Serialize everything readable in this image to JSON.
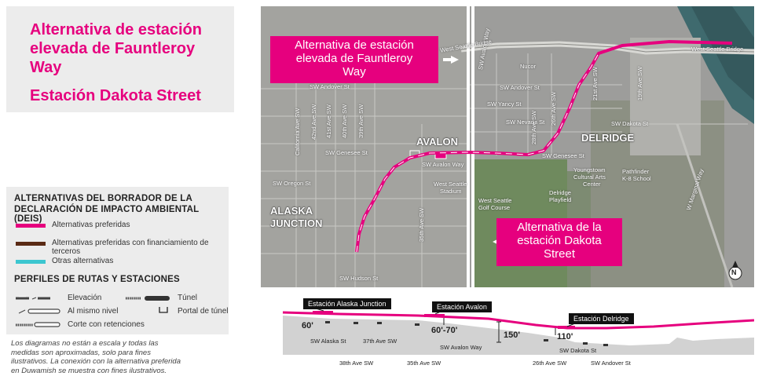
{
  "title": {
    "line1": "Alternativa de estación",
    "line2": "elevada de Fauntleroy",
    "line3": "Way",
    "line4": "Estación Dakota Street"
  },
  "legend": {
    "heading1": "ALTERNATIVAS DEL BORRADOR DE LA",
    "heading2": "DECLARACIÓN DE IMPACTO AMBIENTAL (DEIS)",
    "items": [
      {
        "label": "Alternativas preferidas",
        "color": "#e6007e"
      },
      {
        "label": "Alternativas preferidas con financiamiento de terceros",
        "color": "#5a2a14"
      },
      {
        "label": "Otras alternativas",
        "color": "#3cc6d0"
      }
    ],
    "profiles_heading": "PERFILES DE RUTAS Y ESTACIONES",
    "profiles": {
      "elevacion": "Elevación",
      "al_nivel": "Al mismo nivel",
      "corte": "Corte con retenciones",
      "tunel": "Túnel",
      "portal": "Portal de túnel"
    }
  },
  "note": {
    "line1": "Los diagramas no están a escala y todas las",
    "line2": "medidas son aproximadas, solo para fines",
    "line3": "ilustrativos. La conexión con la alternativa preferida",
    "line4": "en Duwamish se muestra con fines ilustrativos."
  },
  "map": {
    "callout_fauntleroy": {
      "l1": "Alternativa de estación",
      "l2": "elevada de Fauntleroy",
      "l3": "Way"
    },
    "callout_dakota": {
      "l1": "Alternativa de la",
      "l2": "estación Dakota",
      "l3": "Street"
    },
    "neighborhoods": {
      "avalon": "AVALON",
      "delridge": "DELRIDGE",
      "alaska1": "ALASKA",
      "alaska2": "JUNCTION"
    },
    "streets": {
      "west_seattle_bridge_left": "West Seattle Bridge",
      "west_seattle_bridge_right": "West Seattle Bridge",
      "nucor": "Nucor",
      "sw_avalon_way_top": "SW Avalon Way",
      "sw_andover_left": "SW Andover St",
      "sw_andover_right": "SW Andover St",
      "sw_yancy": "SW Yancy St",
      "sw_nevada": "SW Nevada St",
      "sw_genesee_left": "SW Genesee St",
      "sw_genesee_right": "SW Genesee St",
      "sw_avalon_way": "SW Avalon Way",
      "sw_oregon": "SW Oregon St",
      "sw_hudson": "SW Hudson St",
      "sw_dakota": "SW Dakota St",
      "california_ave": "California Ave SW",
      "ave_42": "42nd Ave SW",
      "ave_41": "41st Ave SW",
      "ave_40": "40th Ave SW",
      "ave_39": "39th Ave SW",
      "ave_35": "35th Ave SW",
      "ave_28": "28th Ave SW",
      "ave_26": "26th Ave SW",
      "ave_21": "21st Ave SW",
      "ave_19": "19th Ave SW",
      "w_marginal": "W Marginal Way",
      "wsc_stadium1": "West Seattle",
      "wsc_stadium2": "Stadium",
      "golf1": "West Seattle",
      "golf2": "Golf Course",
      "youngstown1": "Youngstown",
      "youngstown2": "Cultural Arts",
      "youngstown3": "Center",
      "pathfinder1": "Pathfinder",
      "pathfinder2": "K-8 School",
      "delridge_pf1": "Delridge",
      "delridge_pf2": "Playfield"
    },
    "north_label": "N"
  },
  "profile": {
    "stations": {
      "alaska": "Estación Alaska Junction",
      "avalon": "Estación Avalon",
      "delridge": "Estación Delridge"
    },
    "heights": {
      "h60": "60'",
      "h6070": "60'-70'",
      "h150": "150'",
      "h110": "110'"
    },
    "streets_top": {
      "alaska": "SW Alaska St",
      "ave37": "37th Ave SW",
      "avalon_way": "SW Avalon Way",
      "dakota": "SW Dakota St"
    },
    "streets_bottom": {
      "ave38": "38th Ave SW",
      "ave35": "35th Ave SW",
      "ave26": "26th Ave SW",
      "andover": "SW Andover St"
    }
  },
  "colors": {
    "accent": "#e6007e",
    "third_party": "#5a2a14",
    "other": "#3cc6d0"
  }
}
